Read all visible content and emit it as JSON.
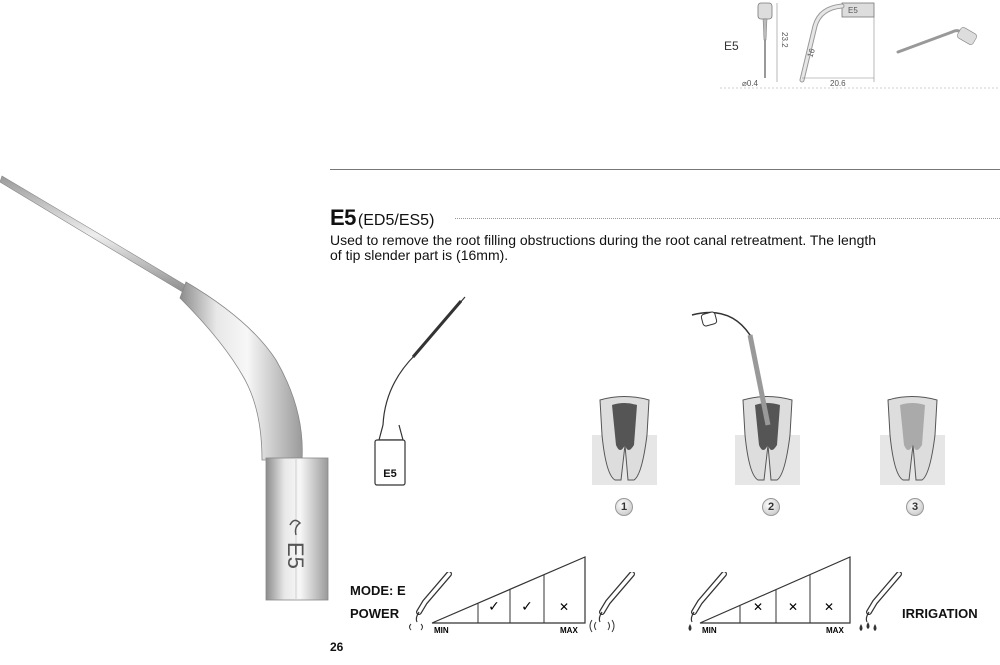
{
  "spec_diagram": {
    "model_label": "E5",
    "height_dim": "23.2",
    "diameter_dim": "⌀0.4",
    "tip_length_dim": "16",
    "width_dim": "20.6",
    "tip_engraving": "E5"
  },
  "main_tip": {
    "engraving": "E5"
  },
  "product": {
    "name": "E5",
    "variants": "(ED5/ES5)",
    "description_line1": "Used to remove the root filling obstructions during the root canal retreatment. The length",
    "description_line2": "of tip slender part is (16mm)."
  },
  "tip_illustration": {
    "label": "E5"
  },
  "steps": [
    {
      "number": "1"
    },
    {
      "number": "2"
    },
    {
      "number": "3"
    }
  ],
  "mode_section": {
    "mode_label": "MODE: E",
    "power_label": "POWER",
    "irrigation_label": "IRRIGATION",
    "power_scale": {
      "min": "MIN",
      "max": "MAX",
      "marks": [
        "✓",
        "✓",
        "✕"
      ]
    },
    "irrigation_scale": {
      "min": "MIN",
      "max": "MAX",
      "marks": [
        "✕",
        "✕",
        "✕"
      ]
    }
  },
  "page_number": "26"
}
